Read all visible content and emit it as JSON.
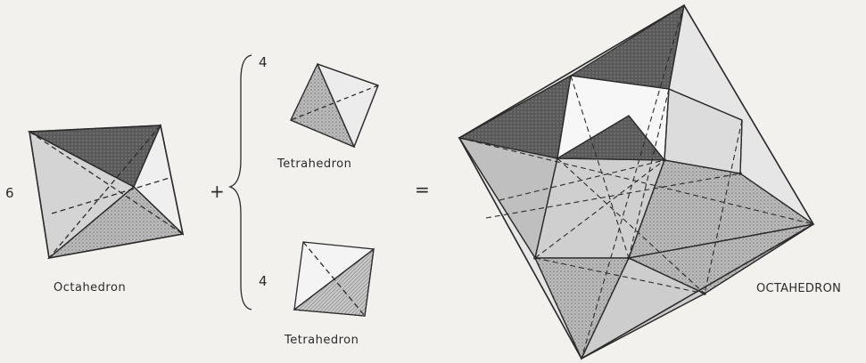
{
  "left": {
    "count": "6",
    "label": "Octahedron"
  },
  "plus": "+",
  "equals": "=",
  "middle": {
    "top_count": "4",
    "top_label": "Tetrahedron",
    "bottom_count": "4",
    "bottom_label": "Tetrahedron"
  },
  "right": {
    "label": "OCTAHEDRON"
  },
  "colors": {
    "background": "#f2f1ee",
    "line": "#2b2b2b",
    "light_shade": "#d2d2d2",
    "mid_shade": "#a9a9a9",
    "dark_shade": "#575757"
  }
}
